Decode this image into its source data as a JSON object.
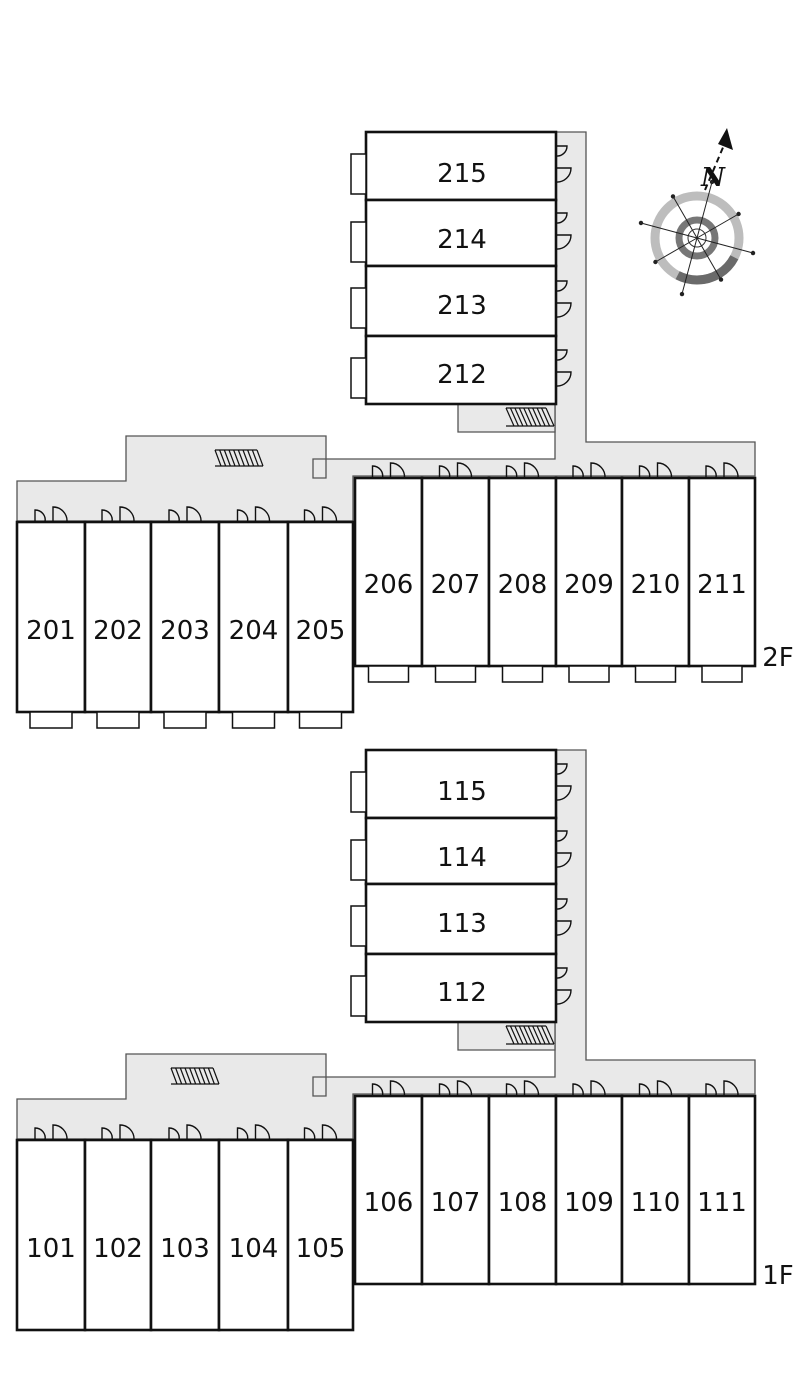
{
  "floors": [
    {
      "label": "2F",
      "units": {
        "tower": [
          "215",
          "214",
          "213",
          "212"
        ],
        "left_row": [
          "201",
          "202",
          "203",
          "204",
          "205"
        ],
        "right_row": [
          "206",
          "207",
          "208",
          "209",
          "210",
          "211"
        ]
      }
    },
    {
      "label": "1F",
      "units": {
        "tower": [
          "115",
          "114",
          "113",
          "112"
        ],
        "left_row": [
          "101",
          "102",
          "103",
          "104",
          "105"
        ],
        "right_row": [
          "106",
          "107",
          "108",
          "109",
          "110",
          "111"
        ]
      }
    }
  ],
  "compass": {
    "north_label": "N",
    "icon": "compass-rose-icon"
  },
  "colors": {
    "corridor": "#e9e9e9",
    "outline": "#111111",
    "compass_ring": "#8a8a8a"
  }
}
